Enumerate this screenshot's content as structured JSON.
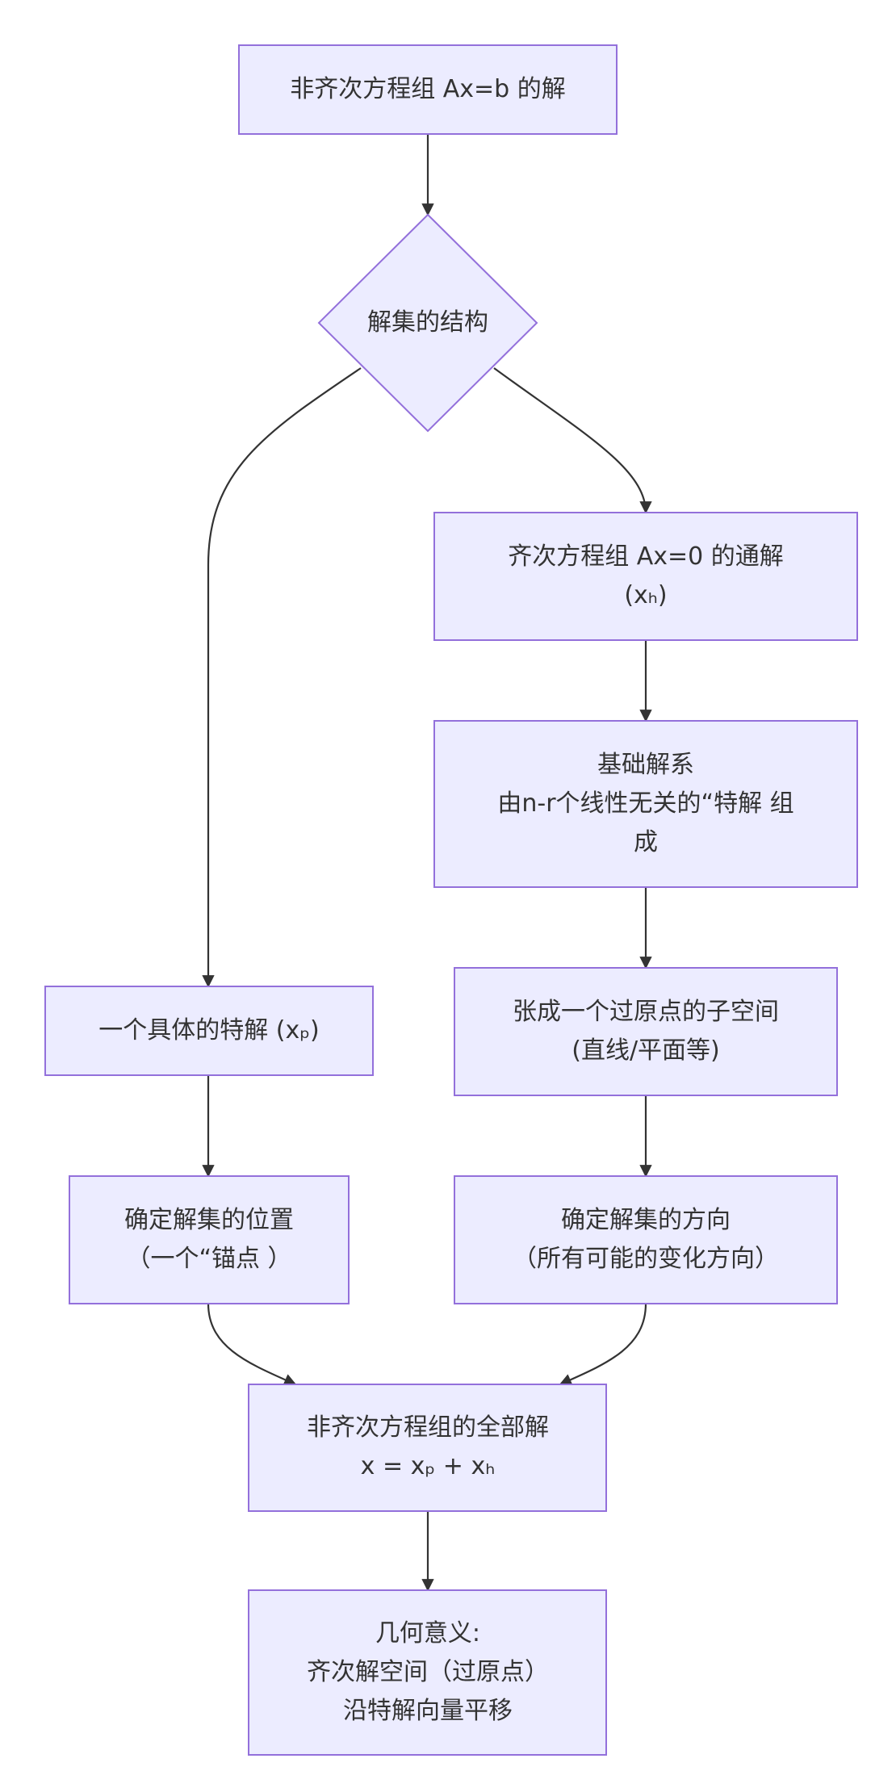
{
  "nodes": {
    "start": {
      "lines": [
        "非齐次方程组 Ax=b 的解"
      ]
    },
    "structure": {
      "lines": [
        "解集的结构"
      ]
    },
    "homogeneous": {
      "lines": [
        "齐次方程组 Ax=0 的通解",
        "(xₕ)"
      ]
    },
    "basis": {
      "lines": [
        "基础解系",
        "由n-r个线性无关的“特解 组",
        "成"
      ]
    },
    "span": {
      "lines": [
        "张成一个过原点的子空间",
        "(直线/平面等)"
      ]
    },
    "direction": {
      "lines": [
        "确定解集的方向",
        "（所有可能的变化方向）"
      ]
    },
    "particular": {
      "lines": [
        "一个具体的特解 (xₚ)"
      ]
    },
    "position": {
      "lines": [
        "确定解集的位置",
        "（一个“锚点 ）"
      ]
    },
    "general": {
      "lines": [
        "非齐次方程组的全部解",
        "x = xₚ + xₕ"
      ]
    },
    "geometry": {
      "lines": [
        "几何意义:",
        "齐次解空间（过原点）",
        "沿特解向量平移"
      ]
    }
  },
  "colors": {
    "node_fill": "#ececff",
    "node_stroke": "#9370db",
    "edge": "#333333",
    "text": "#333333"
  }
}
